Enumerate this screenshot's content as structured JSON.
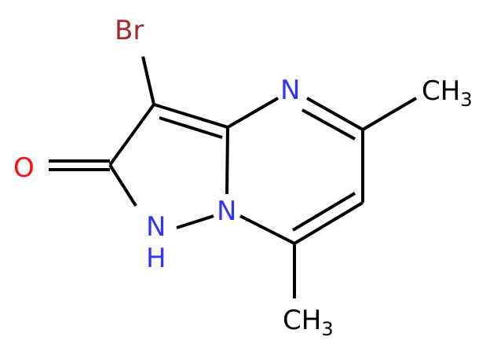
{
  "molecule": {
    "atoms": {
      "br": "Br",
      "o": "O",
      "n_top": "N",
      "n_bridge": "N",
      "nh_n": "N",
      "nh_h": "H",
      "ch3_top_c": "CH",
      "ch3_top_sub": "3",
      "ch3_bottom_c": "CH",
      "ch3_bottom_sub": "3"
    },
    "colors": {
      "bond": "#000000",
      "nitrogen": "#3333ff",
      "oxygen": "#ff0d0d",
      "bromine": "#a62929",
      "carbon": "#000000"
    }
  }
}
